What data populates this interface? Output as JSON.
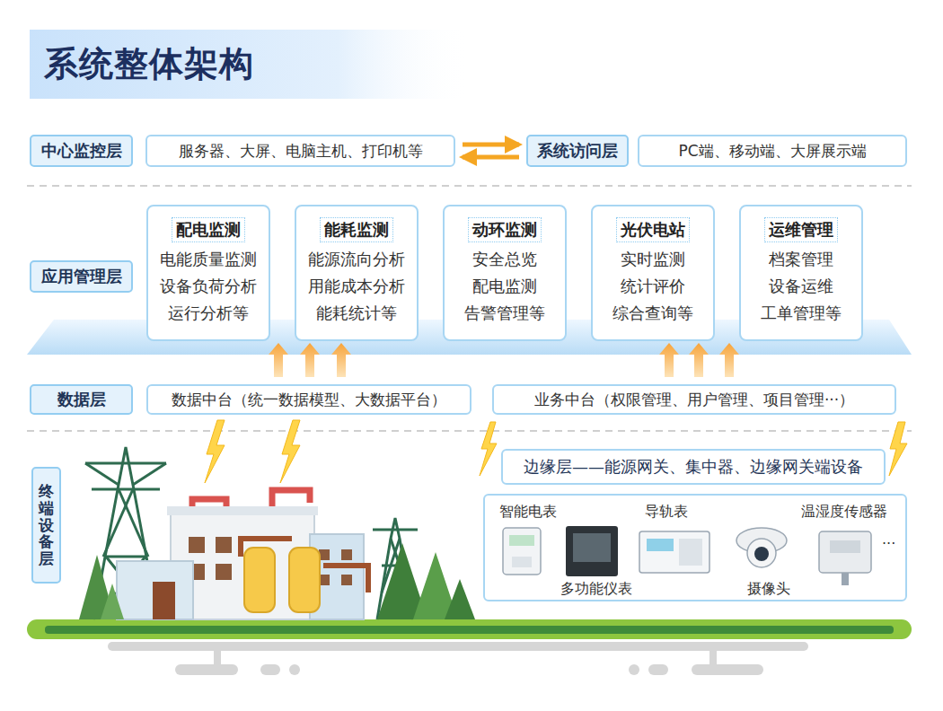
{
  "diagram": {
    "title": "系统整体架构",
    "nodes": [
      {
        "text": [
          "中心监控层"
        ]
      },
      {
        "text": [
          "服务器、大屏、电脑主机、打印机等"
        ]
      },
      {
        "text": [
          "系统访问层"
        ]
      },
      {
        "text": [
          "PC端、移动端、大屏展示端"
        ]
      },
      {
        "text": [
          "应用管理层"
        ]
      },
      {
        "text": [
          "配电监测",
          "电能质量监测 设备负荷分析 运行分析等"
        ]
      },
      {
        "text": [
          "能耗监测",
          "能源流向分析 用能成本分析 能耗统计等"
        ]
      },
      {
        "text": [
          "动环监测",
          "安全总览 配电监测 告警管理等"
        ]
      },
      {
        "text": [
          "光伏电站",
          "实时监测 统计评价 综合查询等"
        ]
      },
      {
        "text": [
          "运维管理",
          "档案管理 设备运维 工单管理等"
        ]
      },
      {
        "text": [
          "数据层"
        ]
      },
      {
        "text": [
          "数据中台（统一数据模型、大数据平台）"
        ]
      },
      {
        "text": [
          "业务中台（权限管理、用户管理、项目管理···）"
        ]
      },
      {
        "text": [
          "终端设备层"
        ]
      },
      {
        "text": [
          "边缘层——能源网关、集中器、边缘网关端设备"
        ]
      },
      {
        "text": [
          "智能电表",
          "导轨表",
          "温湿度传感器",
          "多功能仪表",
          "摄像头",
          "···"
        ]
      }
    ],
    "edges": [
      {
        "from": 1,
        "to": 2,
        "arrow": "both"
      }
    ]
  }
}
